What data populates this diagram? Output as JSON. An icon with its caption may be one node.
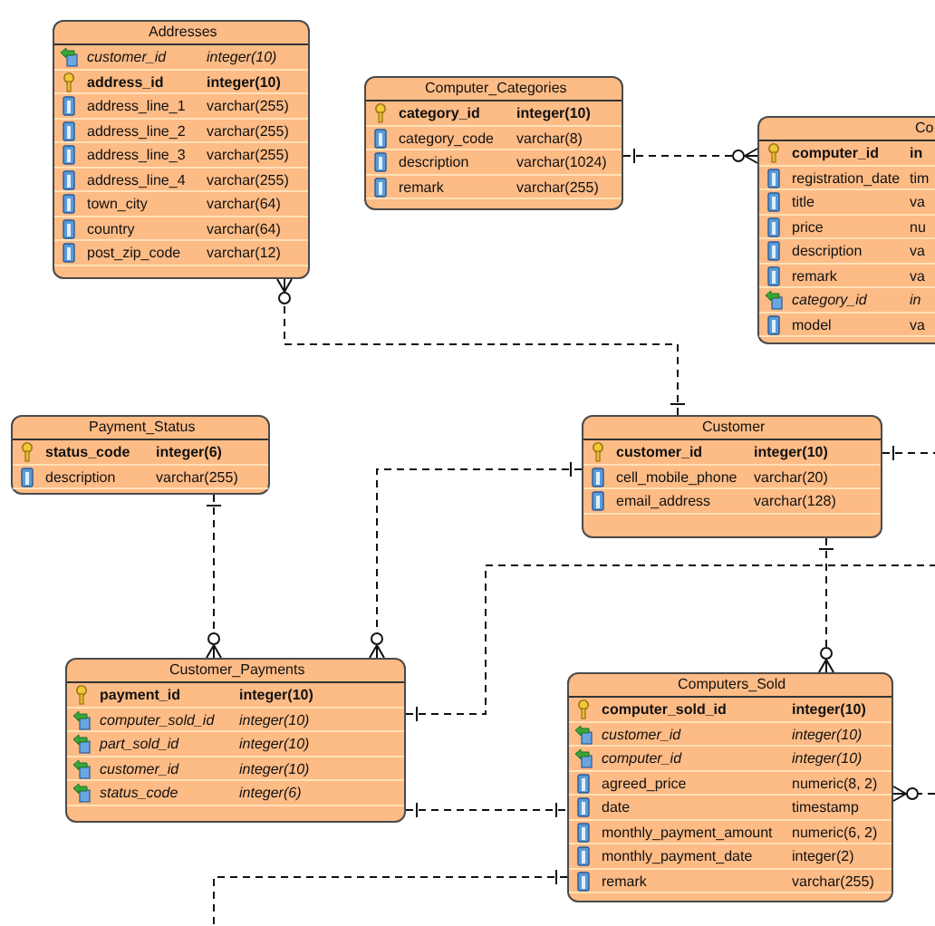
{
  "diagram": {
    "nodes": [
      {
        "text": [
          "Addresses"
        ]
      },
      {
        "text": [
          "customer_id",
          "integer(10)"
        ],
        "in": 0
      },
      {
        "text": [
          "address_id",
          "integer(10)"
        ],
        "in": 0
      },
      {
        "text": [
          "address_line_1",
          "varchar(255)"
        ],
        "in": 0
      },
      {
        "text": [
          "address_line_2",
          "varchar(255)"
        ],
        "in": 0
      },
      {
        "text": [
          "address_line_3",
          "varchar(255)"
        ],
        "in": 0
      },
      {
        "text": [
          "address_line_4",
          "varchar(255)"
        ],
        "in": 0
      },
      {
        "text": [
          "town_city",
          "varchar(64)"
        ],
        "in": 0
      },
      {
        "text": [
          "country",
          "varchar(64)"
        ],
        "in": 0
      },
      {
        "text": [
          "post_zip_code",
          "varchar(12)"
        ],
        "in": 0
      },
      {
        "text": [
          "Computer_Categories"
        ]
      },
      {
        "text": [
          "category_id",
          "integer(10)"
        ],
        "in": 10
      },
      {
        "text": [
          "category_code",
          "varchar(8)"
        ],
        "in": 10
      },
      {
        "text": [
          "description",
          "varchar(1024)"
        ],
        "in": 10
      },
      {
        "text": [
          "remark",
          "varchar(255)"
        ],
        "in": 10
      },
      {
        "text": [
          "Co"
        ]
      },
      {
        "text": [
          "computer_id",
          "in"
        ],
        "in": 15
      },
      {
        "text": [
          "registration_date",
          "tim"
        ],
        "in": 15
      },
      {
        "text": [
          "title",
          "va"
        ],
        "in": 15
      },
      {
        "text": [
          "price",
          "nu"
        ],
        "in": 15
      },
      {
        "text": [
          "description",
          "va"
        ],
        "in": 15
      },
      {
        "text": [
          "remark",
          "va"
        ],
        "in": 15
      },
      {
        "text": [
          "category_id",
          "in"
        ],
        "in": 15
      },
      {
        "text": [
          "model",
          "va"
        ],
        "in": 15
      },
      {
        "text": [
          "Payment_Status"
        ]
      },
      {
        "text": [
          "status_code",
          "integer(6)"
        ],
        "in": 24
      },
      {
        "text": [
          "description",
          "varchar(255)"
        ],
        "in": 24
      },
      {
        "text": [
          "Customer"
        ]
      },
      {
        "text": [
          "customer_id",
          "integer(10)"
        ],
        "in": 27
      },
      {
        "text": [
          "cell_mobile_phone",
          "varchar(20)"
        ],
        "in": 27
      },
      {
        "text": [
          "email_address",
          "varchar(128)"
        ],
        "in": 27
      },
      {
        "text": [
          "Customer_Payments"
        ]
      },
      {
        "text": [
          "payment_id",
          "integer(10)"
        ],
        "in": 31
      },
      {
        "text": [
          "computer_sold_id",
          "integer(10)"
        ],
        "in": 31
      },
      {
        "text": [
          "part_sold_id",
          "integer(10)"
        ],
        "in": 31
      },
      {
        "text": [
          "customer_id",
          "integer(10)"
        ],
        "in": 31
      },
      {
        "text": [
          "status_code",
          "integer(6)"
        ],
        "in": 31
      },
      {
        "text": [
          "Computers_Sold"
        ]
      },
      {
        "text": [
          "computer_sold_id",
          "integer(10)"
        ],
        "in": 37
      },
      {
        "text": [
          "customer_id",
          "integer(10)"
        ],
        "in": 37
      },
      {
        "text": [
          "computer_id",
          "integer(10)"
        ],
        "in": 37
      },
      {
        "text": [
          "agreed_price",
          "numeric(8, 2)"
        ],
        "in": 37
      },
      {
        "text": [
          "date",
          "timestamp"
        ],
        "in": 37
      },
      {
        "text": [
          "monthly_payment_amount",
          "numeric(6, 2)"
        ],
        "in": 37
      },
      {
        "text": [
          "monthly_payment_date",
          "integer(2)"
        ],
        "in": 37
      },
      {
        "text": [
          "remark",
          "varchar(255)"
        ],
        "in": 37
      }
    ],
    "edges": [
      {
        "from": 27,
        "to": 0,
        "arrow": "other",
        "style": "dashed"
      },
      {
        "from": 10,
        "to": 15,
        "arrow": "other",
        "style": "dashed"
      },
      {
        "from": 24,
        "to": 31,
        "arrow": "other",
        "style": "dashed"
      },
      {
        "from": 27,
        "to": 31,
        "arrow": "other",
        "style": "dashed"
      },
      {
        "from": 27,
        "to": 37,
        "arrow": "other",
        "style": "dashed"
      },
      {
        "from": 27,
        "to": null,
        "arrow": "other",
        "style": "dashed"
      },
      {
        "from": 31,
        "to": null,
        "arrow": "other",
        "style": "dashed"
      },
      {
        "from": 31,
        "to": 37,
        "arrow": "other",
        "style": "dashed"
      },
      {
        "from": 37,
        "to": null,
        "arrow": "other",
        "style": "dashed"
      },
      {
        "from": null,
        "to": 37,
        "arrow": "other",
        "style": "dashed"
      }
    ]
  }
}
